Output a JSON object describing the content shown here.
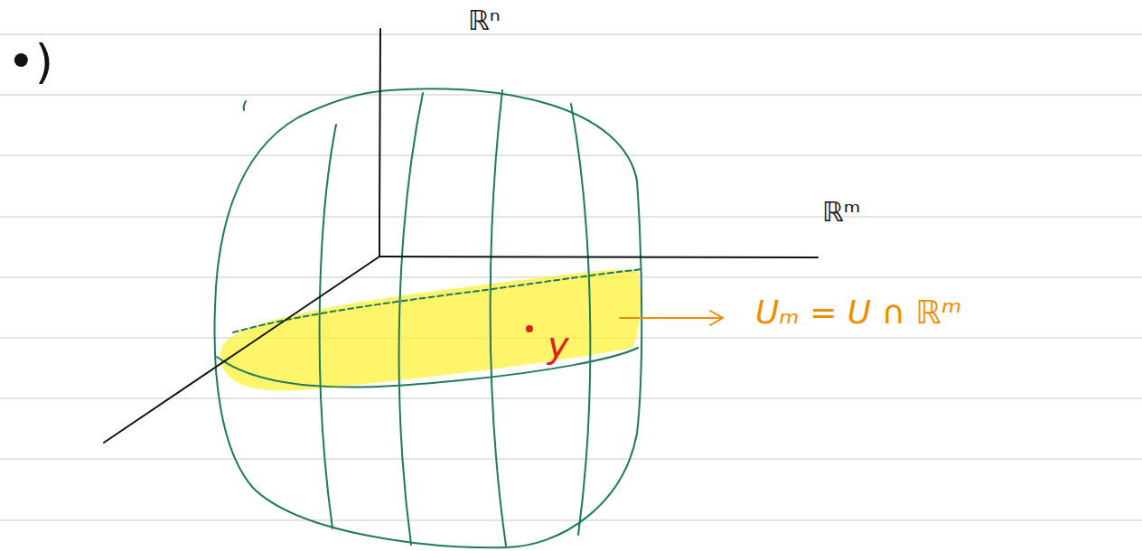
{
  "diagram": {
    "labels": [
      "•)",
      "ℝⁿ",
      "ℝᵐ",
      "y",
      "Uₘ = U ∩ ℝᵐ"
    ]
  }
}
